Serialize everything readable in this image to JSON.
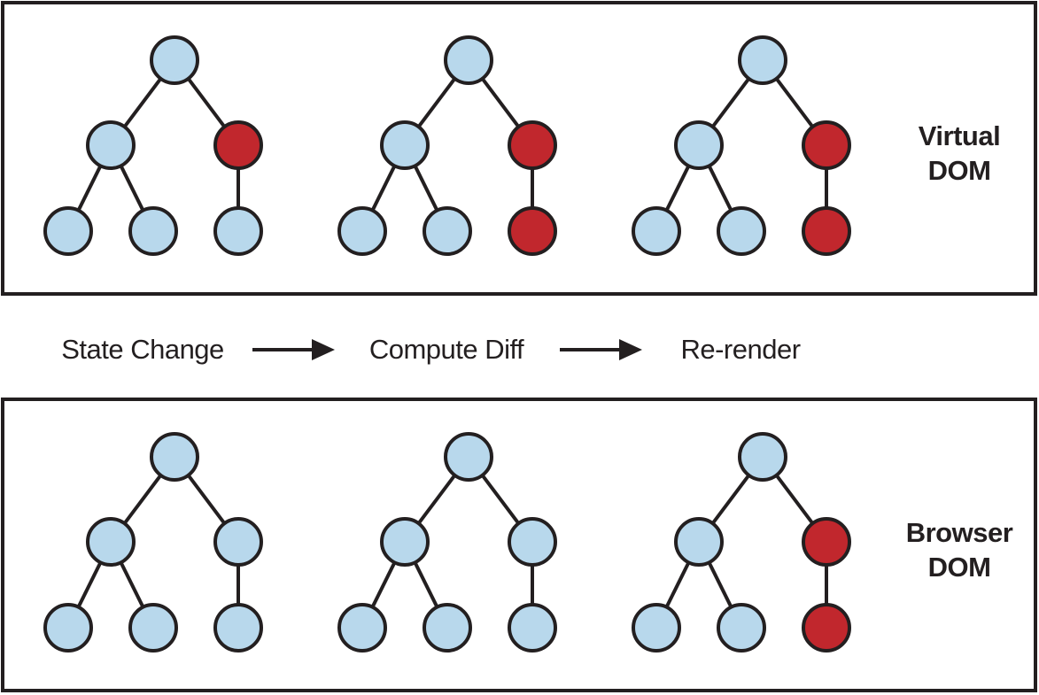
{
  "colors": {
    "unchanged_node": "#b8d8ec",
    "changed_node": "#c1272d",
    "stroke": "#231f20",
    "background": "#ffffff"
  },
  "steps": [
    "State Change",
    "Compute Diff",
    "Re-render"
  ],
  "panels": [
    {
      "label_line1": "Virtual",
      "label_line2": "DOM",
      "trees": [
        {
          "changed_nodes": [
            "right-child"
          ]
        },
        {
          "changed_nodes": [
            "right-child",
            "right-leaf"
          ]
        },
        {
          "changed_nodes": [
            "right-child",
            "right-leaf"
          ]
        }
      ]
    },
    {
      "label_line1": "Browser",
      "label_line2": "DOM",
      "trees": [
        {
          "changed_nodes": []
        },
        {
          "changed_nodes": []
        },
        {
          "changed_nodes": [
            "right-child",
            "right-leaf"
          ]
        }
      ]
    }
  ]
}
